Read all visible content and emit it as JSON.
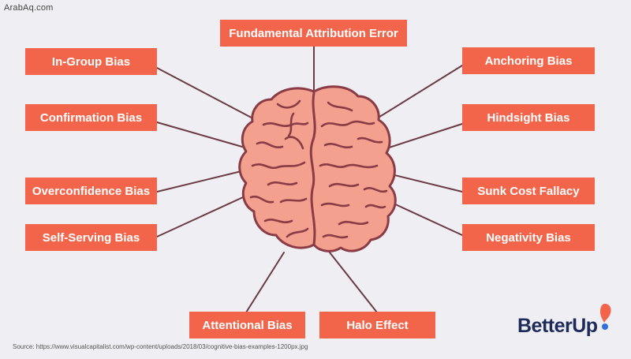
{
  "watermark": "ArabAq.com",
  "labels": [
    {
      "id": "fundamental-attribution-error",
      "text": "Fundamental Attribution Error"
    },
    {
      "id": "in-group-bias",
      "text": "In-Group Bias"
    },
    {
      "id": "confirmation-bias",
      "text": "Confirmation Bias"
    },
    {
      "id": "overconfidence-bias",
      "text": "Overconfidence Bias"
    },
    {
      "id": "self-serving-bias",
      "text": "Self-Serving Bias"
    },
    {
      "id": "anchoring-bias",
      "text": "Anchoring Bias"
    },
    {
      "id": "hindsight-bias",
      "text": "Hindsight Bias"
    },
    {
      "id": "sunk-cost-fallacy",
      "text": "Sunk Cost Fallacy"
    },
    {
      "id": "negativity-bias",
      "text": "Negativity Bias"
    },
    {
      "id": "attentional-bias",
      "text": "Attentional Bias"
    },
    {
      "id": "halo-effect",
      "text": "Halo Effect"
    }
  ],
  "source": "Source: https://www.visualcapitalist.com/wp-content/uploads/2018/03/cognitive-bias-examples-1200px.jpg",
  "logo": {
    "text": "BetterUp"
  },
  "colors": {
    "label_bg": "#f3654a",
    "brain_fill": "#f4a08e",
    "brain_stroke": "#8a3b46",
    "connector": "#6b3a45",
    "background": "#efeff3",
    "logo_text": "#1d2a5b",
    "logo_accent": "#f3654a",
    "logo_dot": "#2f6fe0"
  }
}
